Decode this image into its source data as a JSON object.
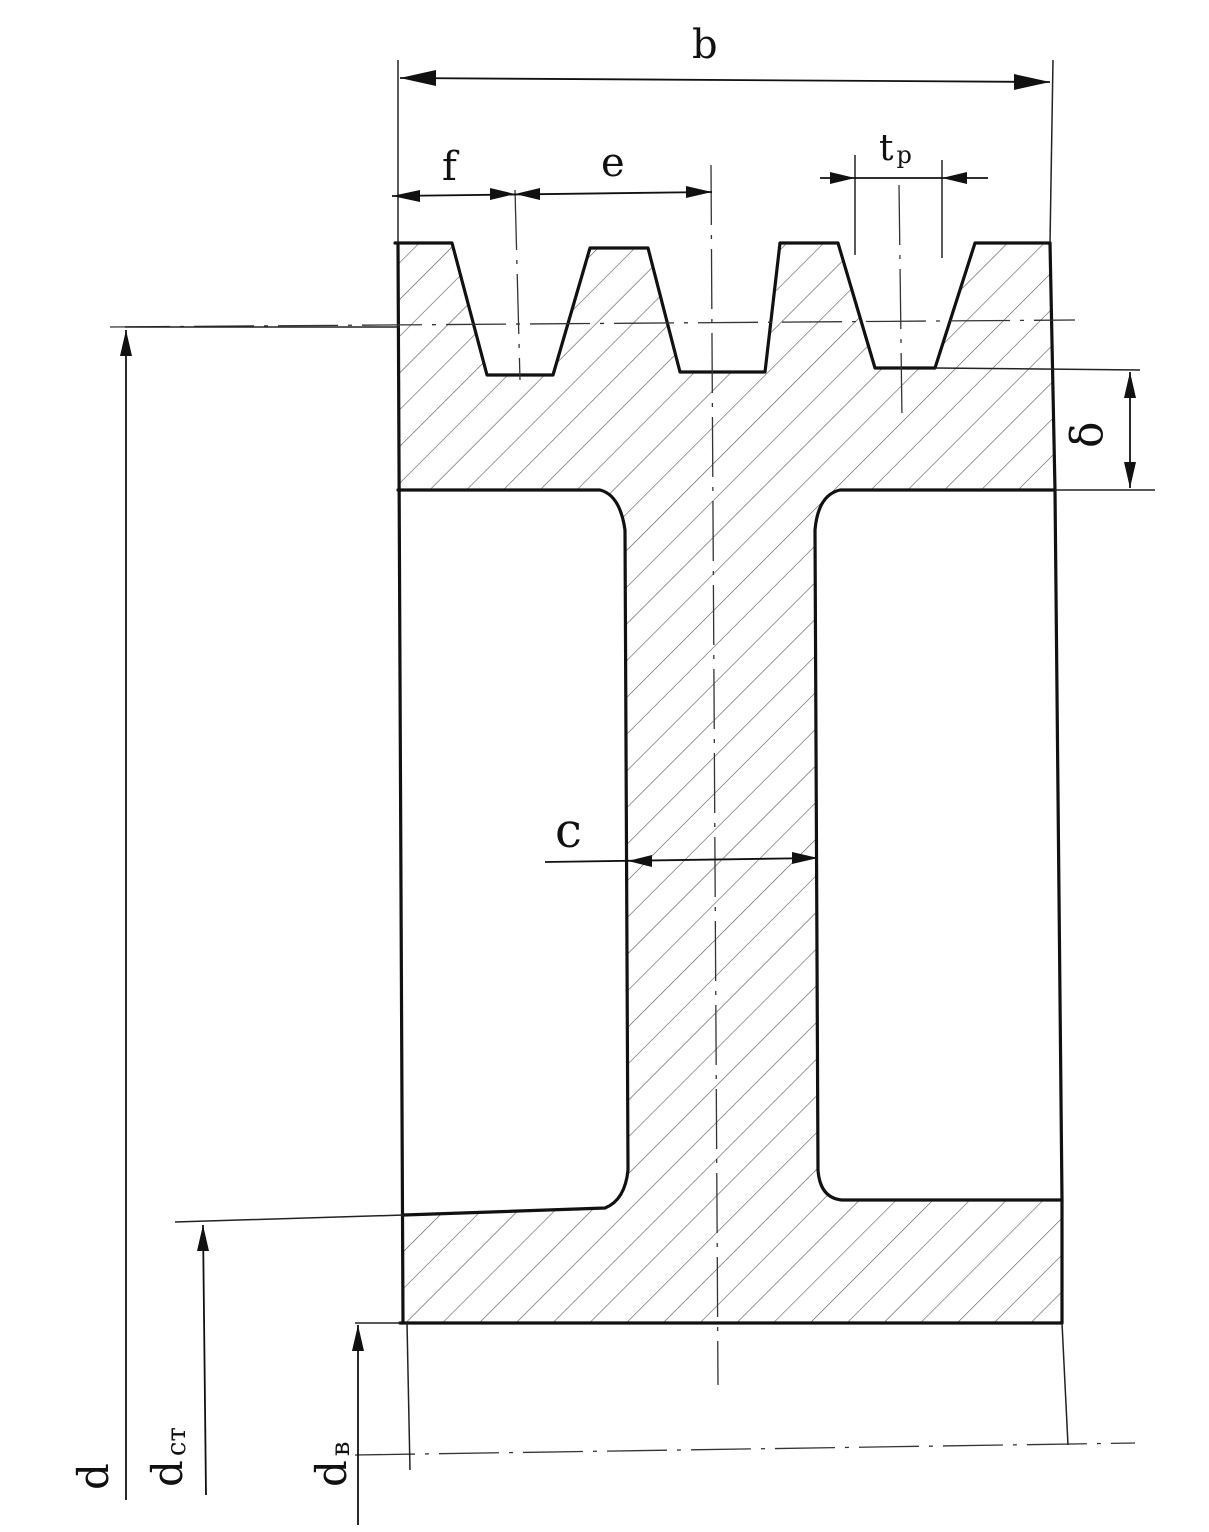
{
  "diagram": {
    "labels": {
      "width": "b",
      "groove_offset": "f",
      "groove_pitch": "e",
      "groove_top": "t",
      "groove_top_sub": "p",
      "rim_thickness": "δ",
      "web_thickness": "c",
      "outer_diameter": "d",
      "hub_diameter": "d",
      "hub_diameter_sub": "ст",
      "bore_diameter": "d",
      "bore_diameter_sub": "в"
    },
    "colors": {
      "line": "#111111",
      "hatch": "#555555",
      "background": "#ffffff"
    }
  }
}
